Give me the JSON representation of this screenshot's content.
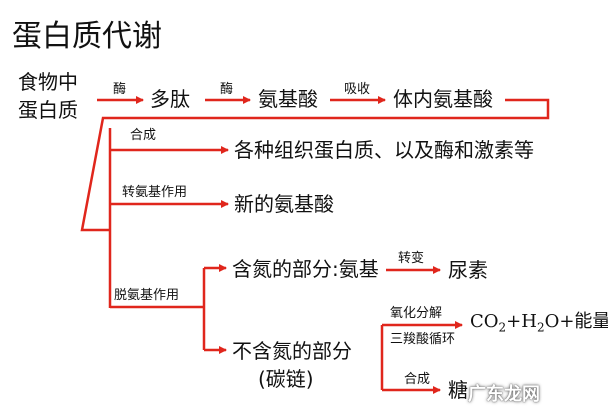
{
  "title": "蛋白质代谢",
  "source": {
    "line1": "食物中",
    "line2": "蛋白质"
  },
  "main_chain": {
    "enzyme_label_1": "酶",
    "node_polypeptide": "多肽",
    "enzyme_label_2": "酶",
    "node_amino_acid": "氨基酸",
    "absorb_label": "吸收",
    "node_body_amino_acid": "体内氨基酸"
  },
  "branches": {
    "synthesis_label": "合成",
    "synthesis_product": "各种组织蛋白质、以及酶和激素等",
    "transamination_label": "转氨基作用",
    "transamination_product": "新的氨基酸",
    "deamination_label": "脱氨基作用",
    "nitrogen_part": "含氮的部分:氨基",
    "convert_label": "转变",
    "urea": "尿素",
    "non_nitrogen_part_line1": "不含氮的部分",
    "non_nitrogen_part_line2": "(碳链)",
    "oxidation_label": "氧化分解",
    "tca_label": "三羧酸循环",
    "oxidation_products": {
      "co": "CO",
      "sub2a": "2",
      "plus_h": "+H",
      "sub2b": "2",
      "o_plus": "O+能量"
    },
    "synthesis_label_2": "合成",
    "sugar": "糖"
  },
  "watermark": "广东龙网",
  "colors": {
    "arrow": "#e0261c",
    "text": "#111111"
  }
}
